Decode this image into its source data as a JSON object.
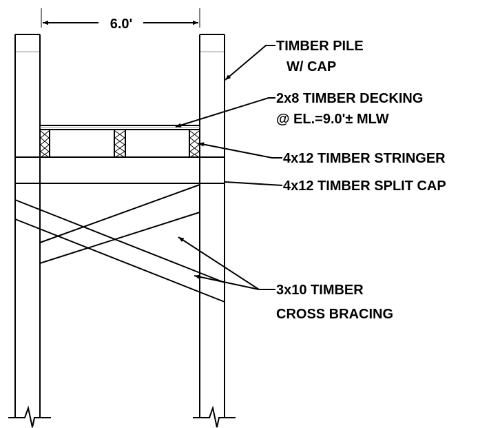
{
  "dimension": {
    "width_label": "6.0'"
  },
  "callouts": {
    "pile": [
      "TIMBER PILE",
      "W/ CAP"
    ],
    "decking": [
      "2x8 TIMBER DECKING",
      "@ EL.=9.0'± MLW"
    ],
    "stringer": [
      "4x12 TIMBER STRINGER"
    ],
    "split_cap": [
      "4x12 TIMBER SPLIT CAP"
    ],
    "bracing": [
      "3x10 TIMBER",
      "CROSS BRACING"
    ]
  }
}
